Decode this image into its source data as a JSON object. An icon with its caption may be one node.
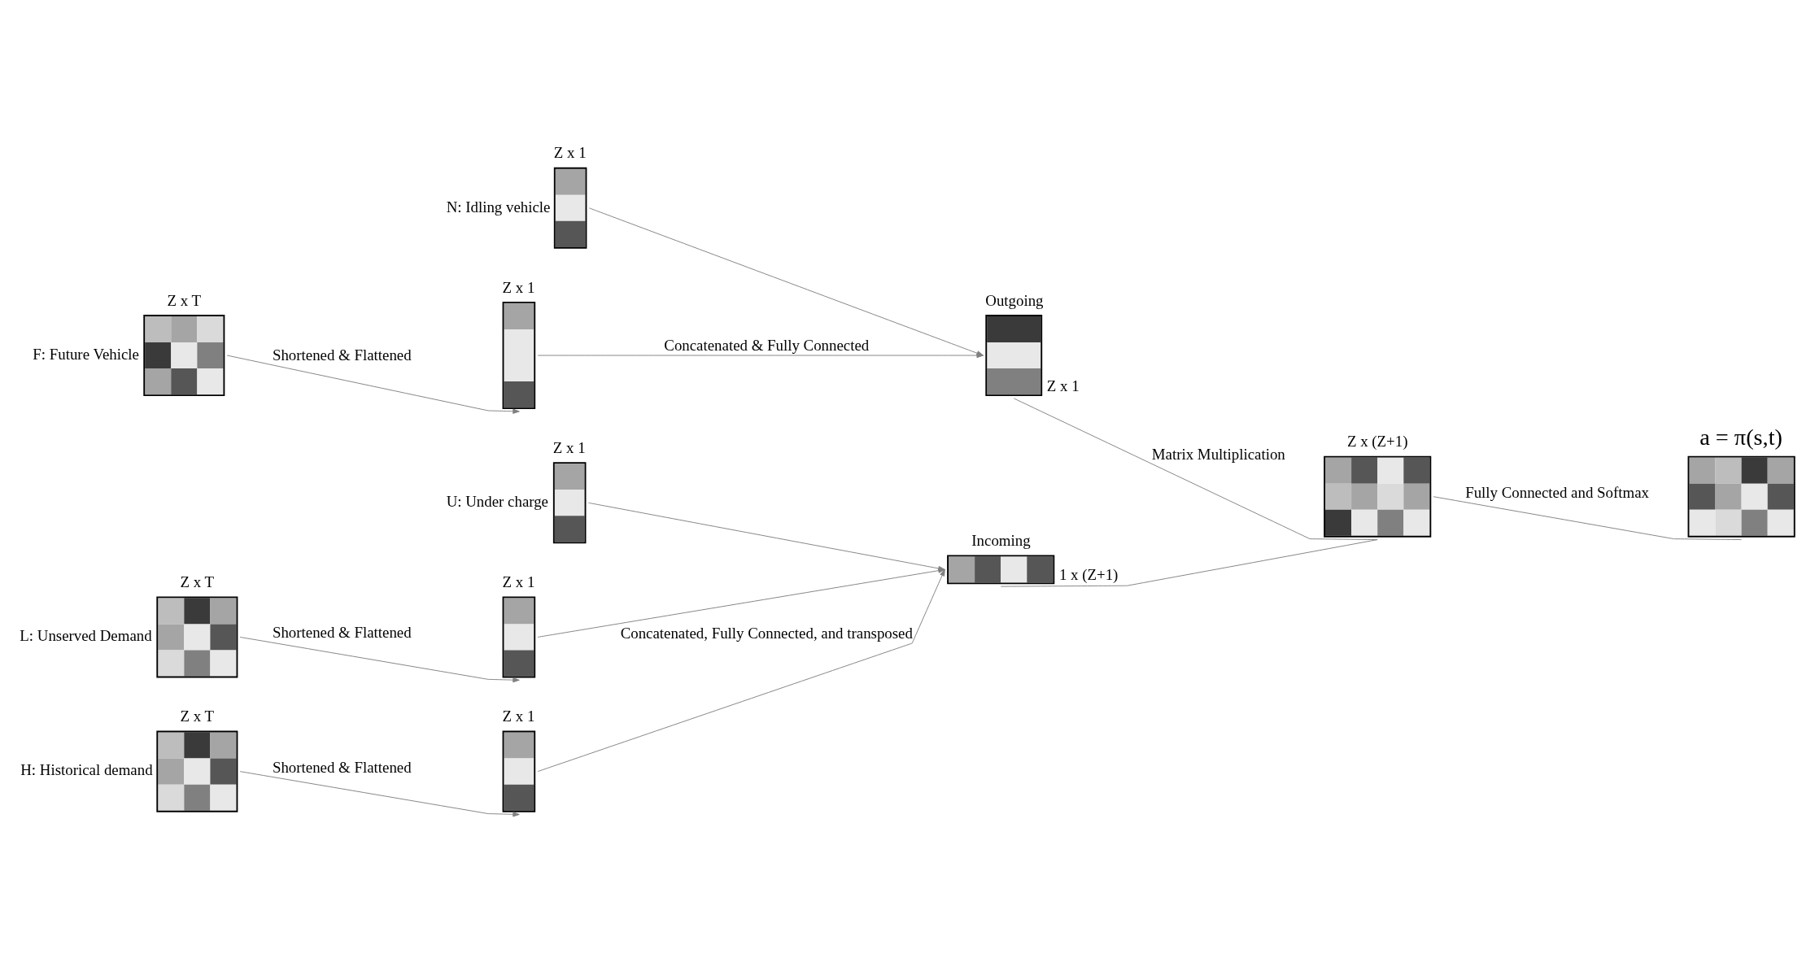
{
  "diagram": {
    "nodes": [
      {
        "text": [
          "Z x T"
        ],
        "beside": [
          "F: Future Vehicle"
        ]
      },
      {
        "text": [
          "Z x 1"
        ]
      },
      {
        "text": [
          "Z x 1"
        ],
        "beside": [
          "N: Idling vehicle"
        ]
      },
      {
        "text": [
          "Outgoing"
        ],
        "beside": [
          "Z x 1"
        ]
      },
      {
        "text": [
          "Z x T"
        ],
        "beside": [
          "L: Unserved Demand"
        ]
      },
      {
        "text": [
          "Z x 1"
        ]
      },
      {
        "text": [
          "Z x T"
        ],
        "beside": [
          "H: Historical demand"
        ]
      },
      {
        "text": [
          "Z x 1"
        ]
      },
      {
        "text": [
          "Z x 1"
        ],
        "beside": [
          "U: Under charge"
        ]
      },
      {
        "text": [
          "Incoming"
        ],
        "beside": [
          "1 x (Z+1)"
        ]
      },
      {
        "text": [
          "Z x (Z+1)"
        ]
      },
      {
        "text": [
          "a = π(s,t)"
        ]
      }
    ],
    "edges": [
      {
        "from": 0,
        "to": 1,
        "arrow": "to",
        "label": "Shortened & Flattened"
      },
      {
        "from": 1,
        "to": 3,
        "arrow": "to",
        "label": "Concatenated & Fully Connected"
      },
      {
        "from": 2,
        "to": 3,
        "arrow": "to"
      },
      {
        "from": 4,
        "to": 5,
        "arrow": "to",
        "label": "Shortened & Flattened"
      },
      {
        "from": 6,
        "to": 7,
        "arrow": "to",
        "label": "Shortened & Flattened"
      },
      {
        "from": 5,
        "to": 9,
        "arrow": "to"
      },
      {
        "from": 7,
        "to": 9,
        "arrow": "to",
        "label": "Concatenated, Fully Connected, and transposed"
      },
      {
        "from": 8,
        "to": 9,
        "arrow": "to"
      },
      {
        "from": 3,
        "to": 10,
        "arrow": "none",
        "label": "Matrix Multiplication"
      },
      {
        "from": 9,
        "to": 10,
        "arrow": "none"
      },
      {
        "from": 10,
        "to": 11,
        "arrow": "none",
        "label": "Fully Connected and Softmax"
      }
    ]
  }
}
